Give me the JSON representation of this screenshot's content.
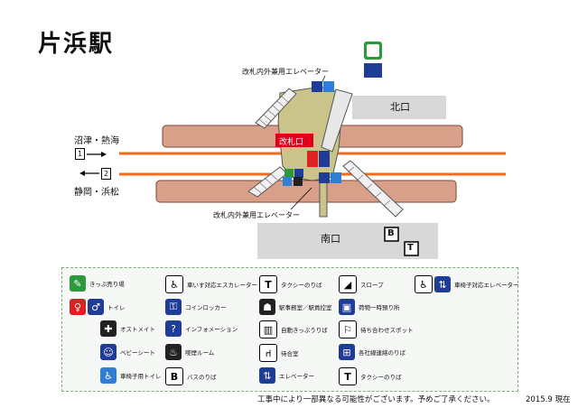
{
  "title": "片浜駅",
  "labels": {
    "elevator_top": "改札内外兼用エレベーター",
    "elevator_bottom": "改札内外兼用エレベーター",
    "north_exit": "北口",
    "south_exit": "南口",
    "ticket_gate": "改札口",
    "dir_track1": "沼津・熱海",
    "track1": "1",
    "dir_track2": "静岡・浜松",
    "track2": "2"
  },
  "legend": [
    {
      "icon": "ticket-machine-icon",
      "label": "きっぷ売り場"
    },
    {
      "icon": "toilet-icon",
      "label": "トイレ"
    },
    {
      "icon": "ostomate-icon",
      "label": "オストメイト"
    },
    {
      "icon": "baby-seat-icon",
      "label": "ベビーシート"
    },
    {
      "icon": "accessible-toilet-icon",
      "label": "車椅子用トイレ"
    },
    {
      "icon": "wheelchair-escalator-icon",
      "label": "車いす対応エスカレーター"
    },
    {
      "icon": "coin-locker-icon",
      "label": "コインロッカー"
    },
    {
      "icon": "information-icon",
      "label": "インフォメーション"
    },
    {
      "icon": "smoking-room-icon",
      "label": "喫煙ルーム"
    },
    {
      "icon": "bus-stop-icon",
      "label": "バスのりば"
    },
    {
      "icon": "taxi-stop-icon",
      "label": "タクシーのりば"
    },
    {
      "icon": "station-office-icon",
      "label": "駅事務室／駅員控室"
    },
    {
      "icon": "auto-ticket-gate-icon",
      "label": "自動きっぷうりば"
    },
    {
      "icon": "waiting-room-icon",
      "label": "待合室"
    },
    {
      "icon": "elevator-icon",
      "label": "エレベーター"
    },
    {
      "icon": "slope-icon",
      "label": "スロープ"
    },
    {
      "icon": "luggage-storage-icon",
      "label": "荷物一時預り所"
    },
    {
      "icon": "meeting-spot-icon",
      "label": "待ち合わせスポット"
    },
    {
      "icon": "company-bus-icon",
      "label": "各社線連絡のりば"
    },
    {
      "icon": "taxi-stop-icon-2",
      "label": "タクシーのりば"
    },
    {
      "icon": "wheelchair-elevator-icon",
      "label": "車椅子対応エレベーター"
    }
  ],
  "notice": "工事中により一部異なる可能性がございます。予めご了承ください。",
  "date": "2015.9 現在",
  "colors": {
    "track": "#ef6b1d",
    "platform": "#d8a088",
    "concourse": "#cbc48a",
    "building": "#d8d8d8",
    "gate": "#e0001b"
  }
}
